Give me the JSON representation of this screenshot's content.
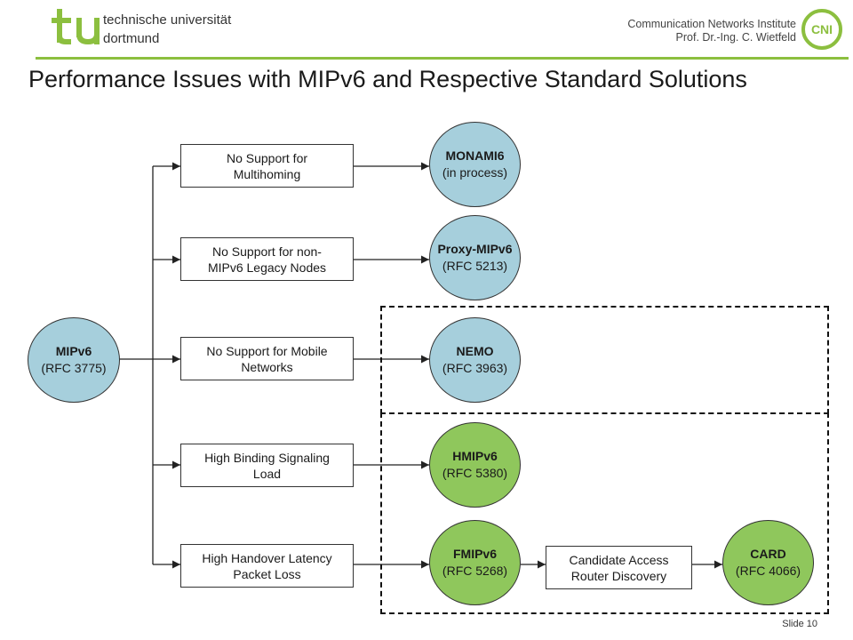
{
  "header": {
    "university_line1": "technische universität",
    "university_line2": "dortmund",
    "institute_line1": "Communication Networks Institute",
    "institute_line2": "Prof. Dr.-Ing. C. Wietfeld",
    "cni_logo_text": "CNI",
    "accent_color": "#8cbf3f"
  },
  "title": "Performance Issues with MIPv6 and Respective Standard Solutions",
  "root": {
    "name": "MIPv6",
    "rfc": "(RFC 3775)"
  },
  "issues": [
    {
      "text": "No Support for\nMultihoming"
    },
    {
      "text": "No Support for non-\nMIPv6 Legacy Nodes"
    },
    {
      "text": "No Support for Mobile\nNetworks"
    },
    {
      "text": "High Binding Signaling\nLoad"
    },
    {
      "text": "High Handover Latency\nPacket Loss"
    }
  ],
  "solutions": [
    {
      "name": "MONAMI6",
      "rfc": "(in process)",
      "color": "#a6cfdc"
    },
    {
      "name": "Proxy-MIPv6",
      "rfc": "(RFC 5213)",
      "color": "#a6cfdc"
    },
    {
      "name": "NEMO",
      "rfc": "(RFC 3963)",
      "color": "#a6cfdc"
    },
    {
      "name": "HMIPv6",
      "rfc": "(RFC 5380)",
      "color": "#8fc75c"
    },
    {
      "name": "FMIPv6",
      "rfc": "(RFC 5268)",
      "color": "#8fc75c"
    }
  ],
  "card_step": {
    "text": "Candidate Access\nRouter Discovery"
  },
  "card": {
    "name": "CARD",
    "rfc": "(RFC 4066)",
    "color": "#8fc75c"
  },
  "footer": {
    "slide_label": "Slide 10"
  }
}
